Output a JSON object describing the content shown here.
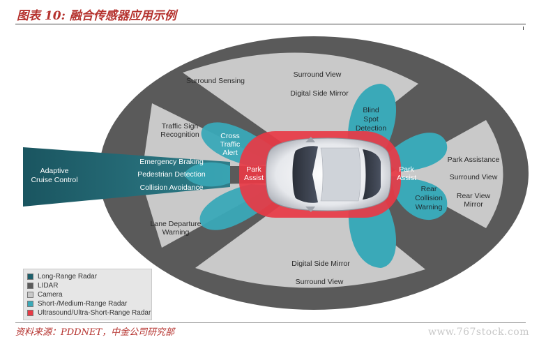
{
  "figure": {
    "title": "图表 10: 融合传感器应用示例",
    "source": "资料来源：PDDNET，中金公司研究部",
    "watermark": "www.767stock.com"
  },
  "labels": {
    "surround_sensing": "Surround Sensing",
    "surround_view_top": "Surround View",
    "digital_side_mirror_top": "Digital Side Mirror",
    "traffic_sign_1": "Traffic Sign",
    "traffic_sign_2": "Recognition",
    "cross_traffic_1": "Cross",
    "cross_traffic_2": "Traffic",
    "cross_traffic_3": "Alert",
    "blind_spot_1": "Blind",
    "blind_spot_2": "Spot",
    "blind_spot_3": "Detection",
    "adaptive_cruise_1": "Adaptive",
    "adaptive_cruise_2": "Cruise Control",
    "emergency_braking": "Emergency Braking",
    "pedestrian_detection": "Pedestrian Detection",
    "collision_avoidance": "Collision Avoidance",
    "park_assist_left_1": "Park",
    "park_assist_left_2": "Assist",
    "park_assist_right_1": "Park",
    "park_assist_right_2": "Assist",
    "park_assistance": "Park Assistance",
    "surround_view_right": "Surround View",
    "rear_view_mirror_1": "Rear View",
    "rear_view_mirror_2": "Mirror",
    "rear_collision_1": "Rear",
    "rear_collision_2": "Collision",
    "rear_collision_3": "Warning",
    "lane_departure_1": "Lane Departure",
    "lane_departure_2": "Warning",
    "digital_side_mirror_bottom": "Digital Side Mirror",
    "surround_view_bottom": "Surround View"
  },
  "legend": [
    {
      "label": "Long-Range Radar",
      "color": "#1d5f6b"
    },
    {
      "label": "LIDAR",
      "color": "#5a5a5a"
    },
    {
      "label": "Camera",
      "color": "#c9c9c9"
    },
    {
      "label": "Short-/Medium-Range Radar",
      "color": "#3aa9b8"
    },
    {
      "label": "Ultrasound/Ultra-Short-Range Radar",
      "color": "#e83a45"
    }
  ],
  "colors": {
    "lidar": "#5a5a5a",
    "camera": "#c9c9c9",
    "long_range_radar": "#1d5f6b",
    "short_medium_radar": "#3aa9b8",
    "ultrasound": "#e83a45",
    "title_red": "#b5322e"
  }
}
